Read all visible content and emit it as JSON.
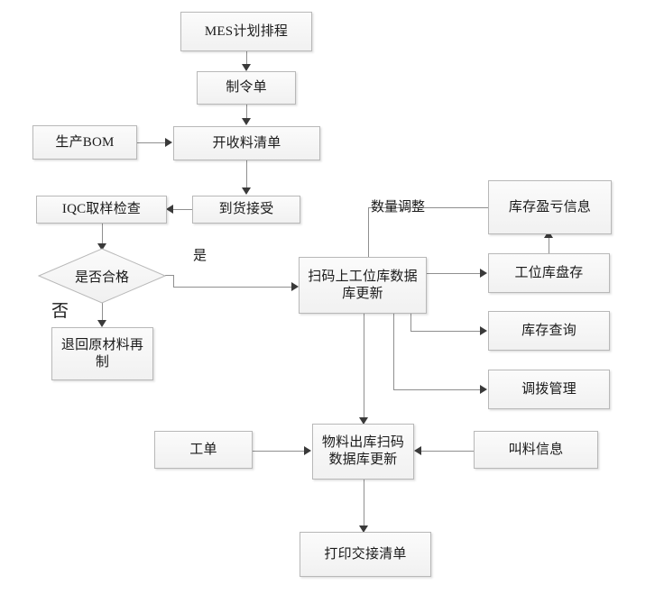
{
  "diagram": {
    "type": "flowchart",
    "title_present": false,
    "language": "zh-CN",
    "colors": {
      "node_border": "#b8b8b8",
      "node_fill_top": "#fbfbfb",
      "node_fill_bottom": "#f1f1f1",
      "edge_line": "#8f8f8f",
      "arrow_head": "#3a3a3a",
      "text": "#1a1a1a",
      "background": "#ffffff"
    },
    "nodes": [
      {
        "id": "mes",
        "label": "MES计划排程",
        "shape": "rect"
      },
      {
        "id": "order",
        "label": "制令单",
        "shape": "rect"
      },
      {
        "id": "bom",
        "label": "生产BOM",
        "shape": "rect"
      },
      {
        "id": "picklist",
        "label": "开收料清单",
        "shape": "rect"
      },
      {
        "id": "arrival",
        "label": "到货接受",
        "shape": "rect"
      },
      {
        "id": "iqc",
        "label": "IQC取样检查",
        "shape": "rect"
      },
      {
        "id": "qualified",
        "label": "是否合格",
        "shape": "diamond"
      },
      {
        "id": "rework",
        "label": "退回原材料再\n制",
        "shape": "rect"
      },
      {
        "id": "scan_in",
        "label": "扫码上工位库数据\n库更新",
        "shape": "rect"
      },
      {
        "id": "inv_pl",
        "label": "库存盈亏信息",
        "shape": "rect"
      },
      {
        "id": "stock_take",
        "label": "工位库盘存",
        "shape": "rect"
      },
      {
        "id": "inv_query",
        "label": "库存查询",
        "shape": "rect"
      },
      {
        "id": "transfer",
        "label": "调拨管理",
        "shape": "rect"
      },
      {
        "id": "workorder",
        "label": "工单",
        "shape": "rect"
      },
      {
        "id": "scan_out",
        "label": "物料出库扫码\n数据库更新",
        "shape": "rect"
      },
      {
        "id": "call_mat",
        "label": "叫料信息",
        "shape": "rect"
      },
      {
        "id": "print_list",
        "label": "打印交接清单",
        "shape": "rect"
      }
    ],
    "edge_labels": {
      "yes": "是",
      "no": "否",
      "qty_adjust": "数量调整"
    },
    "edges": [
      {
        "from": "mes",
        "to": "order",
        "label": ""
      },
      {
        "from": "order",
        "to": "picklist",
        "label": ""
      },
      {
        "from": "bom",
        "to": "picklist",
        "label": ""
      },
      {
        "from": "picklist",
        "to": "arrival",
        "label": ""
      },
      {
        "from": "arrival",
        "to": "iqc",
        "label": ""
      },
      {
        "from": "iqc",
        "to": "qualified",
        "label": ""
      },
      {
        "from": "qualified",
        "to": "scan_in",
        "label": "是"
      },
      {
        "from": "qualified",
        "to": "rework",
        "label": "否"
      },
      {
        "from": "inv_pl",
        "to": "scan_in",
        "label": "数量调整"
      },
      {
        "from": "scan_in",
        "to": "stock_take",
        "label": ""
      },
      {
        "from": "stock_take",
        "to": "inv_pl",
        "label": ""
      },
      {
        "from": "scan_in",
        "to": "inv_query",
        "label": ""
      },
      {
        "from": "scan_in",
        "to": "transfer",
        "label": ""
      },
      {
        "from": "scan_in",
        "to": "scan_out",
        "label": ""
      },
      {
        "from": "workorder",
        "to": "scan_out",
        "label": ""
      },
      {
        "from": "call_mat",
        "to": "scan_out",
        "label": ""
      },
      {
        "from": "scan_out",
        "to": "print_list",
        "label": ""
      }
    ]
  }
}
